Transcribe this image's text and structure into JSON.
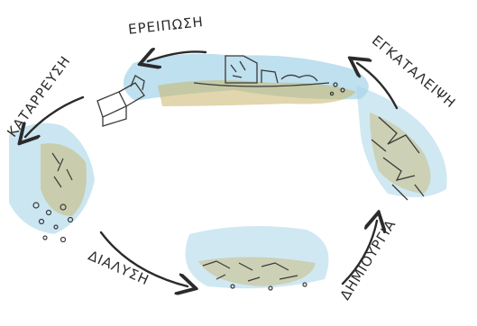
{
  "cycle_stages": [
    {
      "label": "ΕΡΕΙΠΩΣΗ"
    },
    {
      "label": "ΕΓΚΑΤΑΛΕΙΨΗ"
    },
    {
      "label": "ΔΗΜΙΟΥΡΓΙΑ"
    },
    {
      "label": "ΔΙΑΛΥΣΗ"
    },
    {
      "label": "ΚΑΤΑΡΡΕΥΣΗ"
    }
  ],
  "colors": {
    "sky": "#a9d6e8",
    "ochre": "#c8b46a",
    "ink": "#2b2b2b"
  }
}
